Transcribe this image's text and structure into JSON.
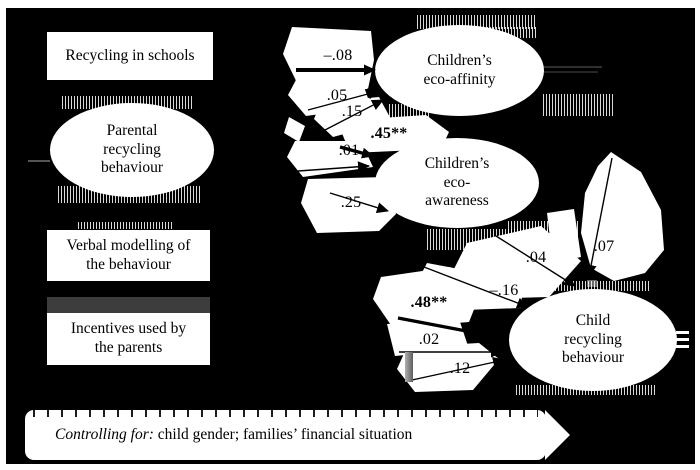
{
  "colors": {
    "background": "#000000",
    "shapes": "#ffffff",
    "text": "#000000",
    "gray_bar": "#3d3d3d"
  },
  "predictors": [
    {
      "label": "Recycling in schools"
    },
    {
      "label": "Parental\nrecycling\nbehaviour"
    },
    {
      "label": "Verbal modelling of\nthe behaviour"
    },
    {
      "label": "Incentives used by\nthe parents"
    }
  ],
  "mediators": [
    {
      "label": "Children’s\neco-affinity"
    },
    {
      "label": "Children’s\neco-\nawareness"
    }
  ],
  "outcome": {
    "label": "Child\nrecycling\nbehaviour"
  },
  "coefficients": [
    {
      "value": "–.08",
      "bold": false
    },
    {
      "value": ".05",
      "bold": false
    },
    {
      "value": ".15",
      "bold": false
    },
    {
      "value": ".45**",
      "bold": true
    },
    {
      "value": ".01",
      "bold": false
    },
    {
      "value": ".25",
      "bold": false
    },
    {
      "value": ".04",
      "bold": false
    },
    {
      "value": ".07",
      "bold": false
    },
    {
      "value": "–.16",
      "bold": false
    },
    {
      "value": ".48**",
      "bold": true
    },
    {
      "value": ".02",
      "bold": false
    },
    {
      "value": ".12",
      "bold": false
    }
  ],
  "note": {
    "prefix": "Controlling for:",
    "text": " child gender; families’ financial situation"
  }
}
